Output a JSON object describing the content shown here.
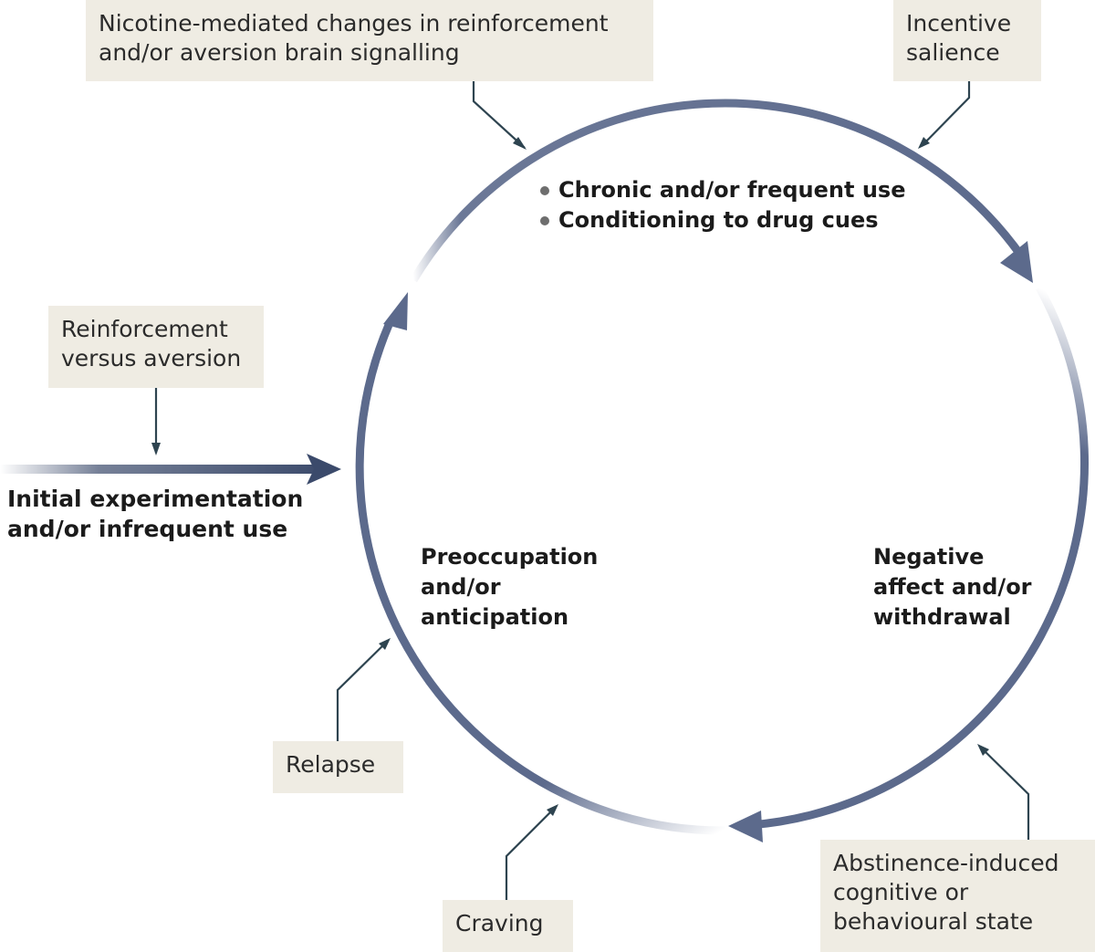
{
  "boxes": {
    "nicotine_signalling": [
      "Nicotine-mediated changes in reinforcement",
      "and/or aversion brain signalling"
    ],
    "incentive_salience": [
      "Incentive",
      "salience"
    ],
    "reinforcement_aversion": [
      "Reinforcement",
      "versus aversion"
    ],
    "relapse": [
      "Relapse"
    ],
    "craving": [
      "Craving"
    ],
    "abstinence_state": [
      "Abstinence-induced",
      "cognitive or",
      "behavioural state"
    ]
  },
  "cycle_top": [
    "Chronic and/or frequent use",
    "Conditioning to drug cues"
  ],
  "entry": [
    "Initial experimentation",
    "and/or infrequent use"
  ],
  "stages": {
    "preoccupation": [
      "Preoccupation",
      "and/or",
      "anticipation"
    ],
    "negative_affect": [
      "Negative",
      "affect and/or",
      "withdrawal"
    ]
  },
  "colors": {
    "cycle_arrow": "#5c6a8c",
    "entry_arrow": "#3b4a6b",
    "connector": "#2e4450",
    "box_fill": "#efece3"
  }
}
